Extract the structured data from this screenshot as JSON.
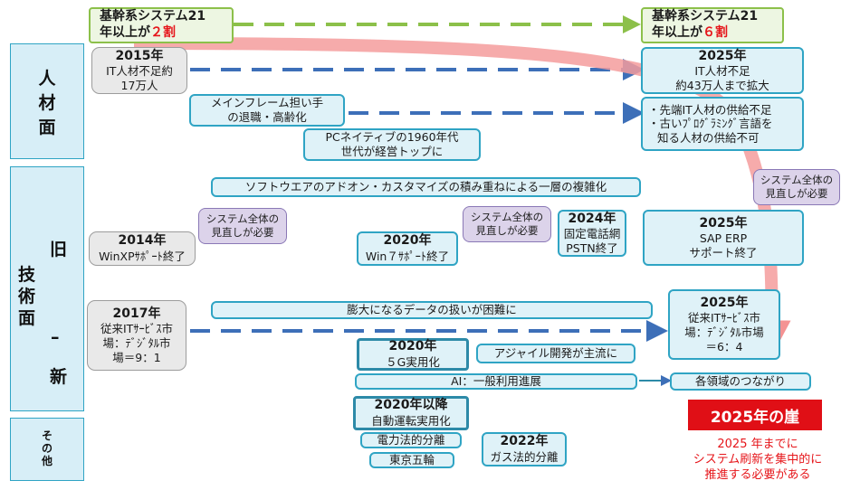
{
  "side_labels": {
    "people": [
      "人",
      "材",
      "面"
    ],
    "tech": [
      "旧",
      "技",
      "術",
      "面",
      "–",
      "新"
    ],
    "other": [
      "そ",
      "の",
      "他"
    ]
  },
  "top": {
    "left_line1": "基幹系システム21",
    "left_line2_prefix": "年以上が",
    "left_value": "２割",
    "right_line1": "基幹系システム21",
    "right_line2_prefix": "年以上が",
    "right_value": "６割"
  },
  "people": {
    "y2015_year": "2015年",
    "y2015_l1": "IT人材不足約",
    "y2015_l2": "17万人",
    "mainframe_l1": "メインフレーム担い手",
    "mainframe_l2": "の退職・高齢化",
    "pc_l1": "PCネイティブの1960年代",
    "pc_l2": "世代が経営トップに",
    "y2025_year": "2025年",
    "y2025_l1": "IT人材不足",
    "y2025_l2": "約43万人まで拡大",
    "skill_l1": "・先端IT人材の供給不足",
    "skill_l2": "・古いﾌﾟﾛｸﾞﾗﾐﾝｸﾞ言語を",
    "skill_l3": "知る人材の供給不可"
  },
  "tech": {
    "addon": "ソフトウエアのアドオン・カスタマイズの積み重ねによる一層の複雑化",
    "y2014_year": "2014年",
    "y2014_text": "WinXPｻﾎﾟｰﾄ終了",
    "bubble1_l1": "システム全体の",
    "bubble1_l2": "見直しが必要",
    "y2020_year": "2020年",
    "y2020_text": "Win７ｻﾎﾟｰﾄ終了",
    "bubble2_l1": "システム全体の",
    "bubble2_l2": "見直しが必要",
    "y2024_year": "2024年",
    "y2024_l1": "固定電話網",
    "y2024_l2": "PSTN終了",
    "bubble3_l1": "システム全体の",
    "bubble3_l2": "見直しが必要",
    "sap_year": "2025年",
    "sap_l1": "SAP ERP",
    "sap_l2": "サポート終了",
    "y2017_year": "2017年",
    "y2017_l1": "従来ITｻｰﾋﾞｽ市",
    "y2017_l2": "場：ﾃﾞｼﾞﾀﾙ市",
    "y2017_l3": "場＝9：1",
    "data_text": "膨大になるデータの扱いが困難に",
    "m2025_year": "2025年",
    "m2025_l1": "従来ITｻｰﾋﾞｽ市",
    "m2025_l2": "場：ﾃﾞｼﾞﾀﾙ市場",
    "m2025_l3": "＝6：4",
    "g5_year": "2020年",
    "g5_text": "５G実用化",
    "agile": "アジャイル開発が主流に",
    "ai": "AI：一般利用進展",
    "connect": "各領域のつながり"
  },
  "other": {
    "auto_year": "2020年以降",
    "auto_text": "自動運転実用化",
    "power": "電力法的分離",
    "tokyo": "東京五輪",
    "gas_year": "2022年",
    "gas_text": "ガス法的分離"
  },
  "cliff": {
    "title": "2025年の崖",
    "note_l1": "2025 年までに",
    "note_l2": "システム刷新を集中的に",
    "note_l3": "推進する必要がある"
  },
  "colors": {
    "accent_red": "#e6161b",
    "box_border": "#2fa4c4",
    "arrow_blue": "#3d6fb8",
    "arrow_green": "#8cc04a",
    "curve_pink": "#f59c9c"
  }
}
